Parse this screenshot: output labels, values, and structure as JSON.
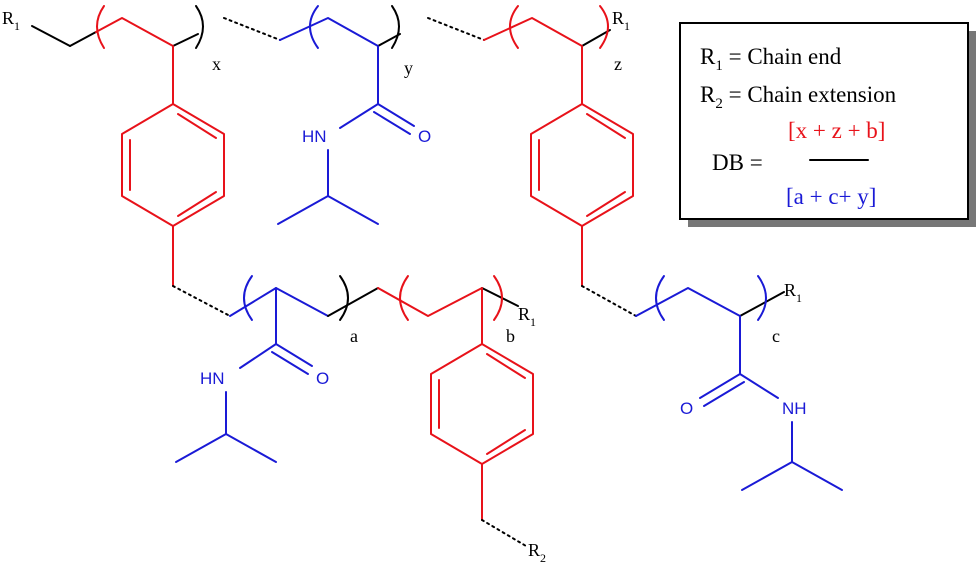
{
  "colors": {
    "backbone": "#000000",
    "styrene_unit": "#e8121a",
    "nipam_unit": "#1a1ad6",
    "legend_shadow": "#777777"
  },
  "labels": {
    "R": "R",
    "one": "1",
    "two": "2",
    "HN": "HN",
    "NH": "NH",
    "O": "O",
    "x": "x",
    "y": "y",
    "z": "z",
    "a": "a",
    "b": "b",
    "c": "c"
  },
  "legend": {
    "r1_symbol": "R",
    "r1_sub": "1",
    "r1_text": " = Chain end",
    "r2_symbol": "R",
    "r2_sub": "2",
    "r2_text": " = Chain extension",
    "numerator": "[x + z + b]",
    "db_label": "DB =",
    "denominator": "[a + c+ y]"
  }
}
